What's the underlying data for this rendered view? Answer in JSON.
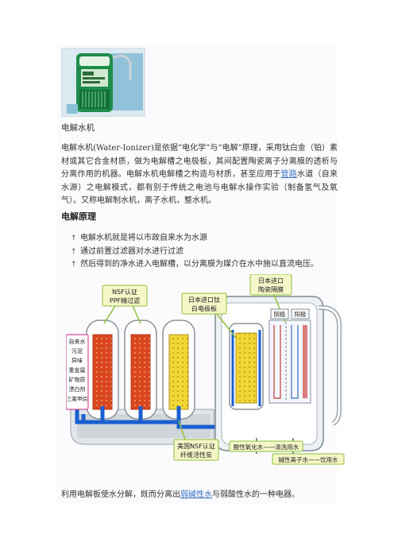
{
  "caption": "电解水机",
  "intro": {
    "before_link": "电解水机(Water-Ionizer)是依据“电化学”与“电解”原理，采用钛白金（铂）素材或其它合金材质，做为电解槽之电极板，其间配置陶瓷离子分离膜的透析与分离作用的机器。电解水机电解槽之构造与材质，甚至应用于",
    "link": "管路",
    "after_link": "水道（自来水源）之电解模式，都有别于传统之电池与电解水操作实验（制备氢气及氧气）。又称电解制水机，离子水机，整水机。"
  },
  "heading": "电解原理",
  "bullets": [
    "电解水机就是将以市政自来水为水源",
    "通过前置过滤器对水进行过滤",
    "然后得到的净水进入电解槽，以分离膜为媒介在水中施以直流电压。"
  ],
  "diagram": {
    "labels": {
      "top_right": [
        "日本进口",
        "陶瓷隔膜"
      ],
      "nsf_pp": [
        "NSF认证",
        "PPF精过滤"
      ],
      "titanium": [
        "日本进口钛",
        "白电极板"
      ],
      "cathode": "阴极",
      "anode": "阳极",
      "left_note": [
        "自来水",
        "污泥",
        "异味",
        "重金属",
        "矿物质",
        "漂白剂",
        "三氯甲烷"
      ],
      "carbon": [
        "美国NSF认证",
        "纤维活性炭"
      ],
      "acid_water": "酸性氧化水——清洗用水",
      "alkaline_water": "碱性离子水——饮用水"
    },
    "colors": {
      "tap_water": "#1a5fd0",
      "filter_orange": "#d9461f",
      "filter_yellow": "#f2d634",
      "label_bg": "#f5f7c8",
      "label_border": "#8fbf3a",
      "note_border": "#d04a9a"
    }
  },
  "summary": {
    "before_link": "利用电解板使水分解，既而分离出",
    "link": "弱碱性水",
    "after_link": "与弱酸性水的一种电器。"
  }
}
